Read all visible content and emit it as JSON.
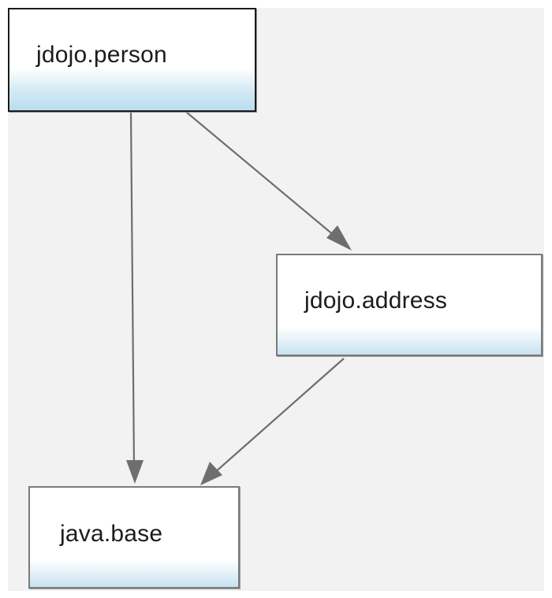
{
  "diagram": {
    "nodes": [
      {
        "id": "person",
        "label": "jdojo.person",
        "selected": true
      },
      {
        "id": "address",
        "label": "jdojo.address",
        "selected": false
      },
      {
        "id": "base",
        "label": "java.base",
        "selected": false
      }
    ],
    "edges": [
      {
        "from": "jdojo.person",
        "to": "jdojo.address"
      },
      {
        "from": "jdojo.person",
        "to": "java.base"
      },
      {
        "from": "jdojo.address",
        "to": "java.base"
      }
    ],
    "colors": {
      "background": "#f2f2f2",
      "edge": "#6e6e6e",
      "node_gradient": "#c7e2f0",
      "selected_border": "#1a1a1a"
    }
  }
}
